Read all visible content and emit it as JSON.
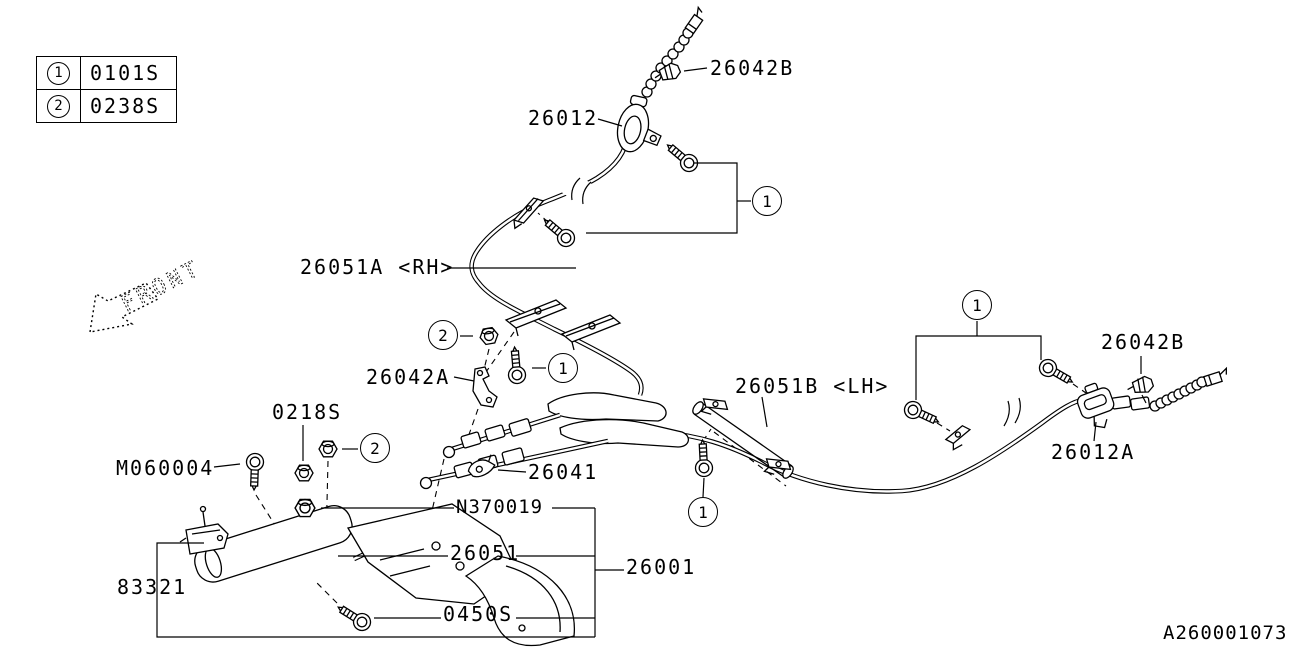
{
  "legend": {
    "rows": [
      {
        "ref": "1",
        "code": "0101S"
      },
      {
        "ref": "2",
        "code": "0238S"
      }
    ]
  },
  "refs": {
    "one": "1",
    "two": "2"
  },
  "labels": {
    "clip_top": "26042B",
    "junction_front": "26012",
    "cable_rh": "26051A <RH>",
    "bracket_mid": "26042A",
    "cable_lh": "26051B <LH>",
    "clip_right": "26042B",
    "equalizer_rear": "26012A",
    "nut_0218s": "0218S",
    "bolt_m060004": "M060004",
    "clip_26041": "26041",
    "nut_n370019": "N370019",
    "rod_26051": "26051",
    "lever_26001": "26001",
    "screw_0450s": "0450S",
    "switch_83321": "83321",
    "front": "FRONT",
    "diagram_code": "A260001073"
  }
}
